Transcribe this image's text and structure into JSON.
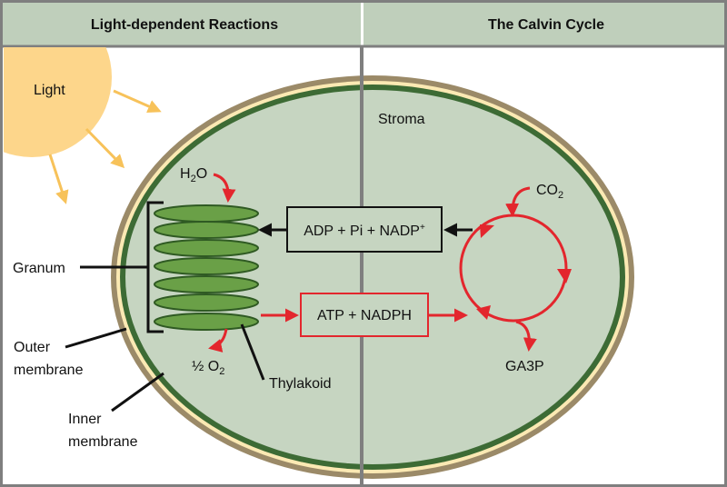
{
  "headers": {
    "left": "Light-dependent Reactions",
    "right": "The Calvin Cycle"
  },
  "labels": {
    "light": "Light",
    "stroma": "Stroma",
    "h2o_main": "H",
    "h2o_sub": "2",
    "h2o_tail": "O",
    "o2_main": "½ O",
    "o2_sub": "2",
    "co2_main": "CO",
    "co2_sub": "2",
    "adp_box_main": "ADP + Pi + NADP",
    "adp_box_sup": "+",
    "atp_box": "ATP + NADPH",
    "ga3p": "GA3P",
    "granum": "Granum",
    "outer_membrane_line1": "Outer",
    "outer_membrane_line2": "membrane",
    "inner_membrane_line1": "Inner",
    "inner_membrane_line2": "membrane",
    "thylakoid": "Thylakoid"
  },
  "colors": {
    "panel_bg": "#bfcfbb",
    "panel_border": "#7f7f7f",
    "stroma": "#c6d5c1",
    "outer_membrane": "#9b8a68",
    "intermembrane": "#fbe9b3",
    "inner_membrane": "#3d6b35",
    "thylakoid_fill": "#6aa047",
    "thylakoid_stroke": "#2f5a23",
    "sun": "#fdd68b",
    "sun_arrow": "#f7c25a",
    "red_arrow": "#e3262d",
    "black": "#111111"
  }
}
